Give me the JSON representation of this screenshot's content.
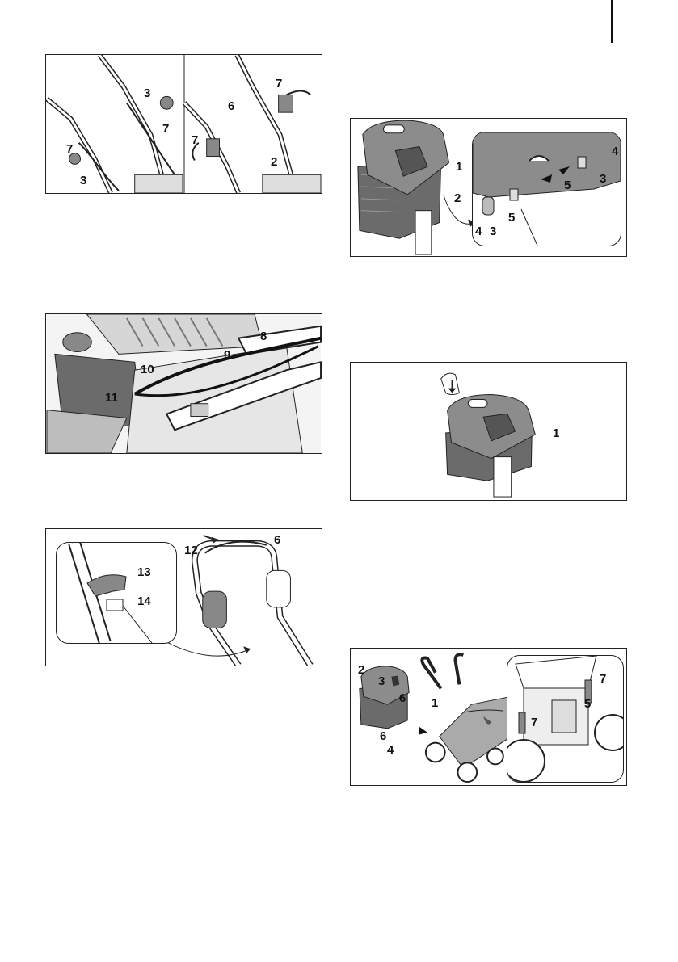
{
  "figures": {
    "fig_handle_knobs": {
      "left_panel_labels": [
        "3",
        "7",
        "7",
        "3"
      ],
      "right_panel_labels": [
        "7",
        "6",
        "7",
        "2"
      ]
    },
    "fig_cable": {
      "labels": [
        "8",
        "9",
        "10",
        "11"
      ]
    },
    "fig_handle_bar": {
      "labels": [
        "6",
        "12",
        "13",
        "14"
      ]
    },
    "fig_catcher_frame": {
      "labels": [
        "1",
        "2",
        "4",
        "3",
        "5",
        "5",
        "4",
        "3"
      ]
    },
    "fig_catcher_cover": {
      "labels": [
        "1"
      ]
    },
    "fig_catcher_mount": {
      "labels": [
        "2",
        "3",
        "6",
        "1",
        "6",
        "4",
        "7",
        "5",
        "7"
      ]
    }
  },
  "colors": {
    "line": "#222222",
    "grey_dark": "#6b6b6b",
    "grey_mid": "#9a9a9a",
    "grey_light": "#cfcfcf"
  }
}
